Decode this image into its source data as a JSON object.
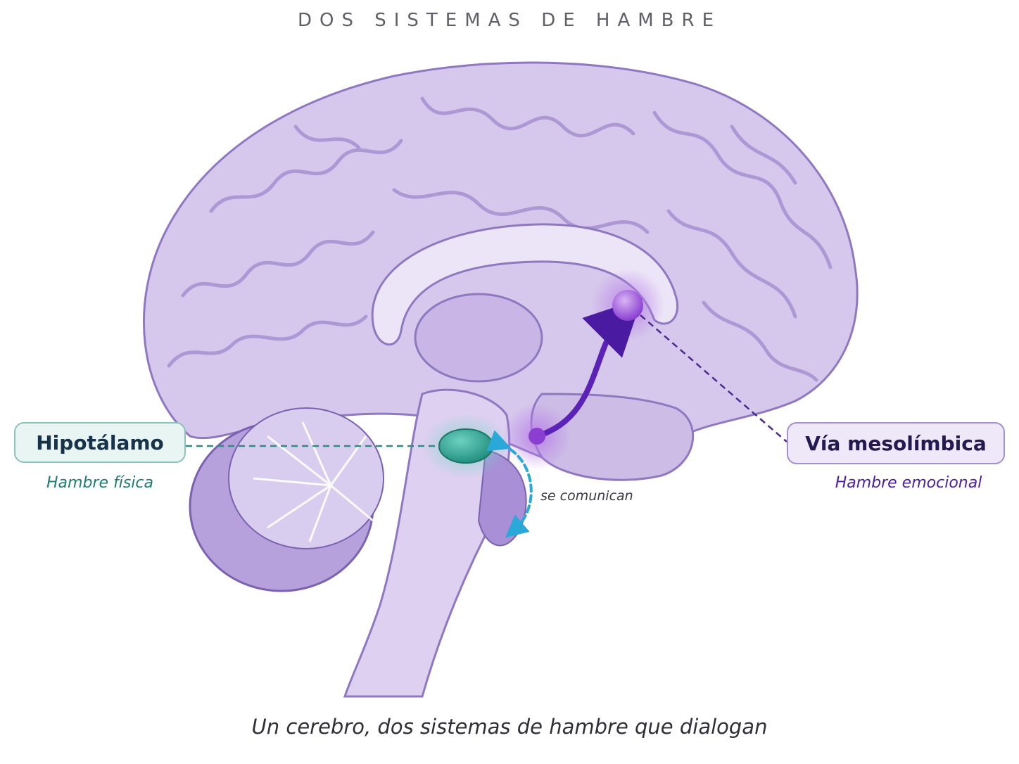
{
  "title": "DOS SISTEMAS DE HAMBRE",
  "labels": {
    "hypothalamus": {
      "name": "Hipotálamo",
      "subtitle": "Hambre física",
      "color": "#1f7c70"
    },
    "mesolimbic": {
      "name": "Vía mesolímbica",
      "subtitle": "Hambre emocional",
      "color": "#4c1f9c"
    }
  },
  "connection_label": "se comunican",
  "caption": "Un cerebro, dos sistemas de hambre que dialogan",
  "colors": {
    "brain": "#cdbde6",
    "brain_dark": "#8f78c0",
    "teal": "#2e9d8c",
    "purple": "#5b22b8",
    "cyan": "#2aa9d8"
  }
}
